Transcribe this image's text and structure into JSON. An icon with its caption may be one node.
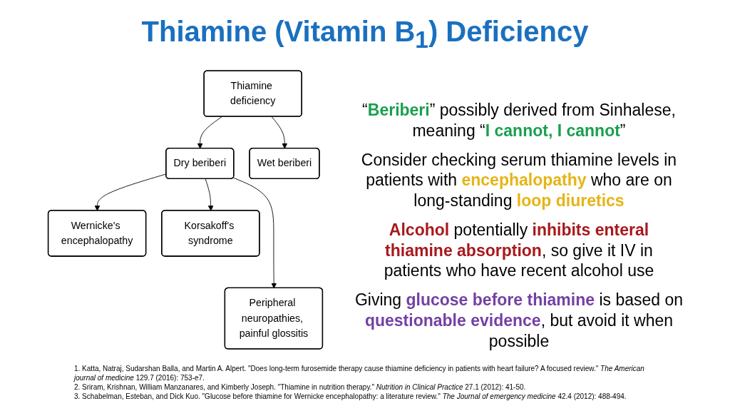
{
  "diagram": {
    "title": "Thiamine (Vitamin B$_{1}$) Deficiency",
    "nodes": [
      {
        "text": [
          "Thiamine deficiency"
        ]
      },
      {
        "text": [
          "Dry beriberi"
        ]
      },
      {
        "text": [
          "Wet beriberi"
        ]
      },
      {
        "text": [
          "Wernicke's encephalopathy"
        ]
      },
      {
        "text": [
          "Korsakoff's syndrome"
        ]
      },
      {
        "text": [
          "Peripheral neuropathies, painful glossitis"
        ]
      }
    ],
    "edges": [
      {
        "from": 0,
        "to": 1,
        "arrow": "to"
      },
      {
        "from": 0,
        "to": 2,
        "arrow": "to"
      },
      {
        "from": 1,
        "to": 3,
        "arrow": "to"
      },
      {
        "from": 1,
        "to": 4,
        "arrow": "to"
      },
      {
        "from": 1,
        "to": 5,
        "arrow": "to"
      }
    ],
    "labels": [
      "“**Beriberi**” possibly derived from Sinhalese, meaning “**I cannot, I cannot**”",
      "Consider checking serum thiamine levels in patients with **encephalopathy** who are on long-standing **loop diuretics**",
      "**Alcohol** potentially **inhibits enteral thiamine absorption**, so give it IV in patients who have recent alcohol use",
      "Giving **glucose before thiamine** is based on **questionable evidence**, but avoid it when possible",
      "1. Katta, Natraj, Sudarshan Balla, and Martin A. Alpert. \"Does long-term furosemide therapy cause thiamine deficiency in patients with heart failure? A focused review.\" *The American journal of medicine* 129.7 (2016): 753-e7.",
      "2. Sriram, Krishnan, William Manzanares, and Kimberly Joseph. \"Thiamine in nutrition therapy.\" *Nutrition in Clinical Practice* 27.1 (2012): 41-50.",
      "3. Schabelman, Esteban, and Dick Kuo. \"Glucose before thiamine for Wernicke encephalopathy: a literature review.\" *The Journal of emergency medicine* 42.4 (2012): 488-494."
    ]
  }
}
